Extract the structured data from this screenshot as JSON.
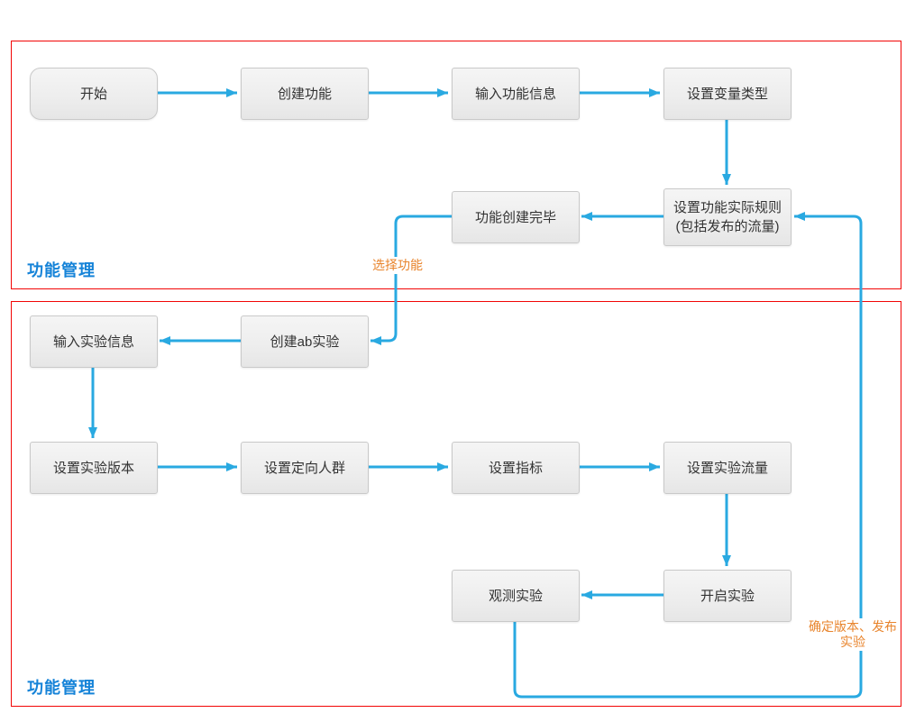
{
  "sections": [
    {
      "label": "功能管理"
    },
    {
      "label": "功能管理"
    }
  ],
  "nodes": {
    "start": {
      "label": "开始"
    },
    "create_feature": {
      "label": "创建功能"
    },
    "input_feature_info": {
      "label": "输入功能信息"
    },
    "set_variable_type": {
      "label": "设置变量类型"
    },
    "feature_created": {
      "label": "功能创建完毕"
    },
    "set_feature_rules": {
      "label": "设置功能实际规则",
      "label2": "(包括发布的流量)"
    },
    "input_exp_info": {
      "label": "输入实验信息"
    },
    "create_ab_exp": {
      "label": "创建ab实验"
    },
    "set_exp_version": {
      "label": "设置实验版本"
    },
    "set_target_group": {
      "label": "设置定向人群"
    },
    "set_metrics": {
      "label": "设置指标"
    },
    "set_exp_traffic": {
      "label": "设置实验流量"
    },
    "observe_exp": {
      "label": "观测实验"
    },
    "start_exp": {
      "label": "开启实验"
    }
  },
  "edge_labels": {
    "select_feature": "选择功能",
    "confirm_line1": "确定版本、发布",
    "confirm_line2": "实验"
  },
  "edges": [
    {
      "from": "开始",
      "to": "创建功能"
    },
    {
      "from": "创建功能",
      "to": "输入功能信息"
    },
    {
      "from": "输入功能信息",
      "to": "设置变量类型"
    },
    {
      "from": "设置变量类型",
      "to": "设置功能实际规则(包括发布的流量)"
    },
    {
      "from": "设置功能实际规则(包括发布的流量)",
      "to": "功能创建完毕"
    },
    {
      "from": "功能创建完毕",
      "to": "创建ab实验",
      "label": "选择功能"
    },
    {
      "from": "创建ab实验",
      "to": "输入实验信息"
    },
    {
      "from": "输入实验信息",
      "to": "设置实验版本"
    },
    {
      "from": "设置实验版本",
      "to": "设置定向人群"
    },
    {
      "from": "设置定向人群",
      "to": "设置指标"
    },
    {
      "from": "设置指标",
      "to": "设置实验流量"
    },
    {
      "from": "设置实验流量",
      "to": "开启实验"
    },
    {
      "from": "开启实验",
      "to": "观测实验"
    },
    {
      "from": "观测实验",
      "to": "设置功能实际规则(包括发布的流量)",
      "label": "确定版本、发布实验"
    }
  ],
  "colors": {
    "arrow": "#29a9e1",
    "section_border": "#f20505",
    "section_label": "#1583d8",
    "edge_label": "#e8842c",
    "node_fill": "#efefef",
    "node_border": "#c9c9c9"
  }
}
